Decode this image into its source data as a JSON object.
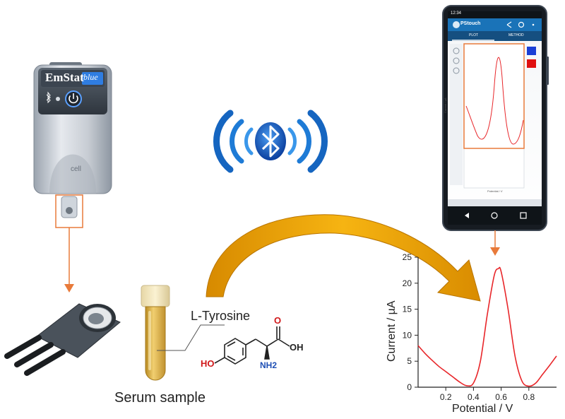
{
  "device": {
    "brand": "EmStat",
    "model": "blue",
    "port_label": "cell"
  },
  "phone": {
    "status_time": "12:34",
    "app_name": "PStouch",
    "tab_plot": "PLOT",
    "tab_method": "METHOD",
    "ylabel": "Current / µA",
    "xlabel": "Potential / V",
    "legend_colors": [
      "#1a3fd6",
      "#e01010"
    ]
  },
  "labels": {
    "analyte": "L-Tyrosine",
    "sample": "Serum sample"
  },
  "molecule": {
    "atoms": [
      "HO",
      "O",
      "OH",
      "NH2"
    ]
  },
  "colors": {
    "orange_box": "#e87a3a",
    "curved_arrow": "#f0a800",
    "curve_red": "#e8262a",
    "bluetooth_blue": "#1565c0"
  },
  "chart_data": {
    "type": "line",
    "title": "",
    "xlabel": "Potential / V",
    "ylabel": "Current / µA",
    "xlim": [
      0.0,
      1.0
    ],
    "ylim": [
      0,
      25
    ],
    "xticks": [
      0.2,
      0.4,
      0.6,
      0.8
    ],
    "yticks": [
      0,
      5,
      10,
      15,
      20,
      25
    ],
    "series": [
      {
        "x": [
          0.0,
          0.05,
          0.1,
          0.15,
          0.2,
          0.25,
          0.3,
          0.35,
          0.4,
          0.45,
          0.5,
          0.55,
          0.58,
          0.6,
          0.65,
          0.7,
          0.75,
          0.8,
          0.85,
          0.9,
          0.95,
          1.0
        ],
        "y": [
          8.0,
          6.5,
          5.2,
          4.0,
          3.0,
          2.0,
          1.0,
          0.3,
          0.8,
          5.0,
          14.0,
          21.5,
          22.8,
          22.2,
          15.0,
          6.0,
          1.2,
          0.2,
          0.8,
          2.5,
          4.2,
          6.0
        ]
      }
    ]
  }
}
